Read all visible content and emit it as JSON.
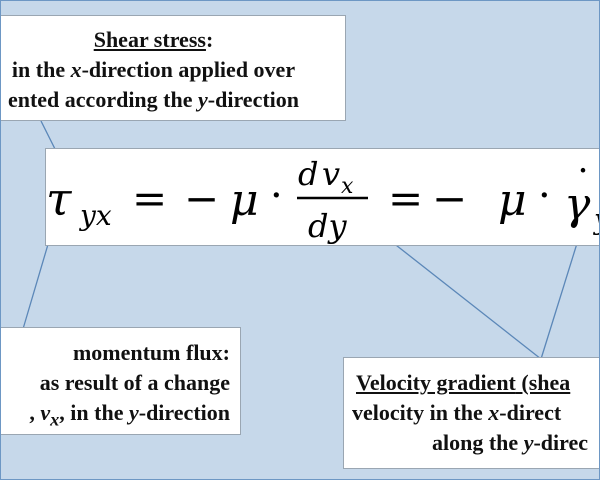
{
  "colors": {
    "background": "#c6d8ea",
    "border": "#6d97c4",
    "box_fill": "#ffffff",
    "text": "#111111",
    "connector": "#5b87b8"
  },
  "shear_box": {
    "title": "Shear stress",
    "title_suffix": ":",
    "line2": {
      "pre": "in the ",
      "var": "x",
      "post": "-direction applied over"
    },
    "line3": {
      "pre": "ented according the ",
      "var": "y",
      "post": "-direction"
    }
  },
  "flux_box": {
    "line1": "momentum flux:",
    "line2": "as result of a change",
    "line3": {
      "pre": ", ",
      "var": "v",
      "sub": "x",
      "mid": ", in the ",
      "var2": "y",
      "post": "-direction"
    }
  },
  "gradient_box": {
    "title_a": "Velocity gradient",
    "title_b": " (shea",
    "line2": {
      "pre": "velocity in the ",
      "var": "x",
      "post": "-direct"
    },
    "line3": {
      "pre": "along the ",
      "var": "y",
      "post": "-direc"
    }
  },
  "equation": {
    "tau": "τ",
    "tau_sub": "yx",
    "eq1": "=",
    "minus1": "−",
    "mu1": "μ",
    "dot1": "·",
    "num_d": "d",
    "num_v": "v",
    "num_sub": "x",
    "den": "dy",
    "eq2": "=",
    "minus2": "−",
    "mu2": "μ",
    "dot2": "·",
    "gamma": "γ",
    "gamma_dot": "˙",
    "gamma_sub": "y"
  }
}
